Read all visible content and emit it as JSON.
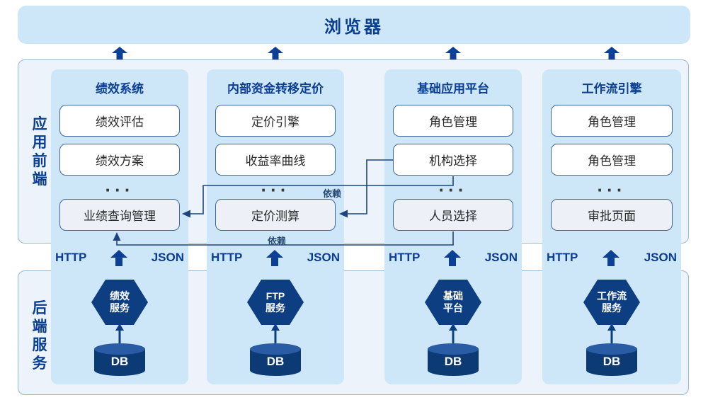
{
  "browser_bar": {
    "title": "浏览器"
  },
  "tiers": {
    "frontend": "应用前端",
    "backend": "后端服务"
  },
  "transport": {
    "left": "HTTP",
    "right": "JSON"
  },
  "dependency_label": "依赖",
  "ellipsis": "···",
  "db_label": "DB",
  "columns": [
    {
      "title": "绩效系统",
      "boxes": [
        "绩效评估",
        "绩效方案"
      ],
      "bottom_box": "业绩查询管理",
      "service_line1": "绩效",
      "service_line2": "服务"
    },
    {
      "title": "内部资金转移定价",
      "boxes": [
        "定价引擎",
        "收益率曲线"
      ],
      "bottom_box": "定价测算",
      "service_line1": "FTP",
      "service_line2": "服务"
    },
    {
      "title": "基础应用平台",
      "boxes": [
        "角色管理",
        "机构选择"
      ],
      "bottom_box": "人员选择",
      "service_line1": "基础",
      "service_line2": "平台"
    },
    {
      "title": "工作流引擎",
      "boxes": [
        "角色管理",
        "角色管理"
      ],
      "bottom_box": "审批页面",
      "service_line1": "工作流",
      "service_line2": "服务"
    }
  ],
  "colors": {
    "accent_navy": "#0a3e92",
    "panel_blue": "#cde6f8",
    "tier_bg": "#ecf3fb",
    "box_border": "#41699f",
    "shape_navy": "#0d3e82",
    "db_body": "#0c3a75",
    "db_top": "#2a5ca5",
    "line_navy": "#1c4480"
  }
}
